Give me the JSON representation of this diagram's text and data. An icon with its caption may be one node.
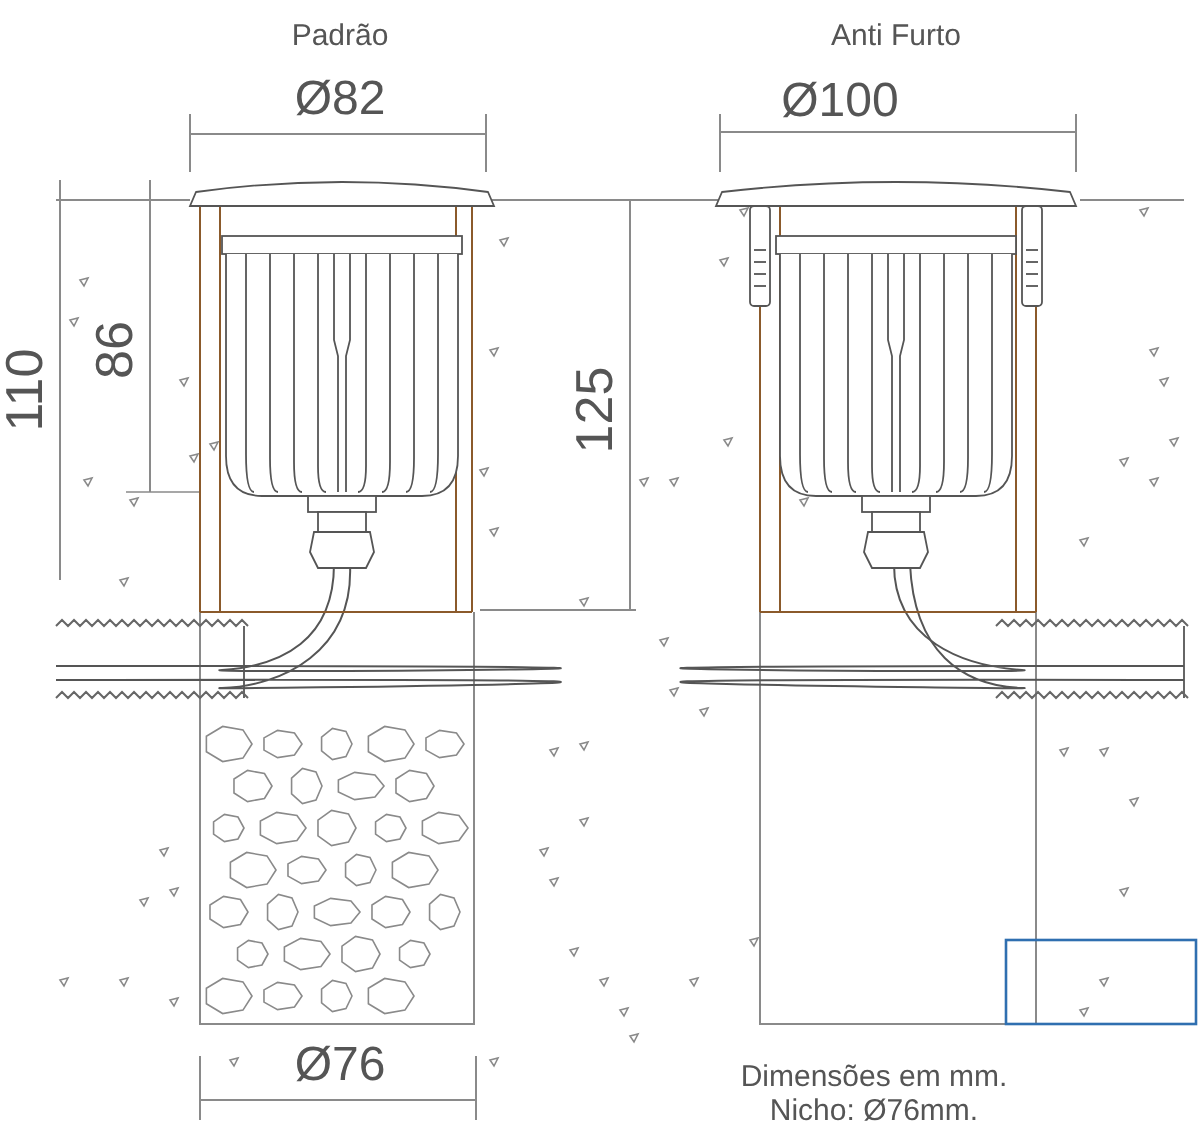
{
  "diagram": {
    "labels": [
      "Padrão",
      "Anti Furto",
      "Ø82",
      "Ø100",
      "110",
      "86",
      "125",
      "Ø76",
      "Dimensões em mm. Nicho: Ø76mm."
    ]
  }
}
